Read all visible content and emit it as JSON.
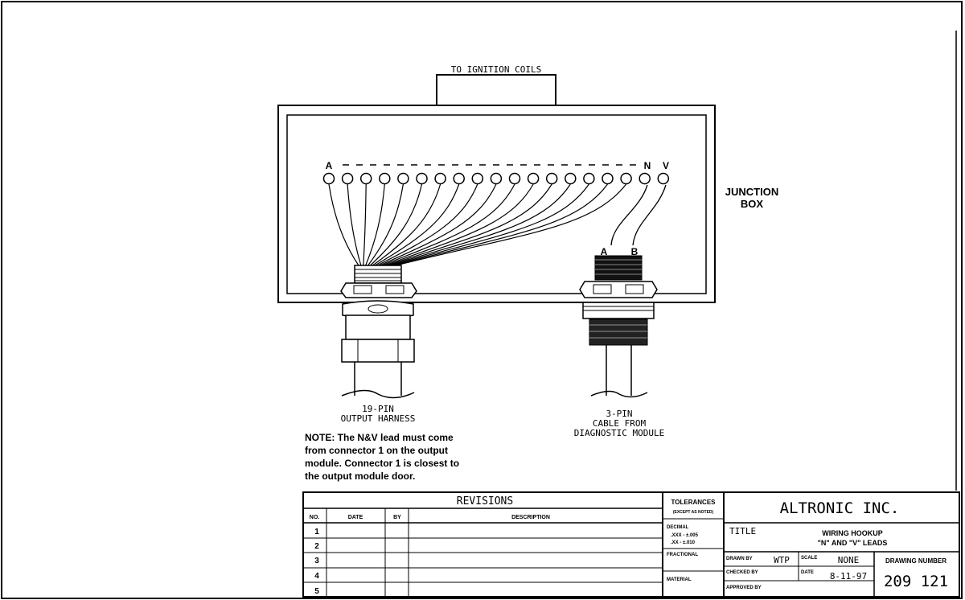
{
  "diagram": {
    "top_label": "TO IGNITION COILS",
    "terminal_first": "A",
    "terminal_n": "N",
    "terminal_v": "V",
    "junction_box_line1": "JUNCTION",
    "junction_box_line2": "BOX",
    "wire_a": "A",
    "wire_b": "B",
    "harness_line1": "19-PIN",
    "harness_line2": "OUTPUT HARNESS",
    "cable_line1": "3-PIN",
    "cable_line2": "CABLE FROM",
    "cable_line3": "DIAGNOSTIC MODULE",
    "note": [
      "NOTE: The N&V lead must come",
      "from connector 1 on the output",
      "module. Connector 1 is closest to",
      "the output module door."
    ]
  },
  "title_block": {
    "revisions_title": "REVISIONS",
    "col_no": "NO.",
    "col_date": "DATE",
    "col_by": "BY",
    "col_description": "DESCRIPTION",
    "rows": [
      "1",
      "2",
      "3",
      "4",
      "5"
    ],
    "tolerances": "TOLERANCES",
    "except_noted": "(EXCEPT AS NOTED)",
    "decimal": "DECIMAL",
    "xxx_tol": ".XXX  -  ±.005",
    "xx_tol": ".XX   -  ±.010",
    "fractional": "FRACTIONAL",
    "material": "MATERIAL",
    "company": "ALTRONIC INC.",
    "title_label": "TITLE",
    "title_line1": "WIRING HOOKUP",
    "title_line2": "\"N\" AND \"V\" LEADS",
    "drawn_by_label": "DRAWN BY",
    "drawn_by": "WTP",
    "scale_label": "SCALE",
    "scale": "NONE",
    "drawing_number_label": "DRAWING NUMBER",
    "checked_by_label": "CHECKED BY",
    "date_label": "DATE",
    "date": "8-11-97",
    "drawing_number": "209 121",
    "approved_by_label": "APPROVED BY"
  }
}
